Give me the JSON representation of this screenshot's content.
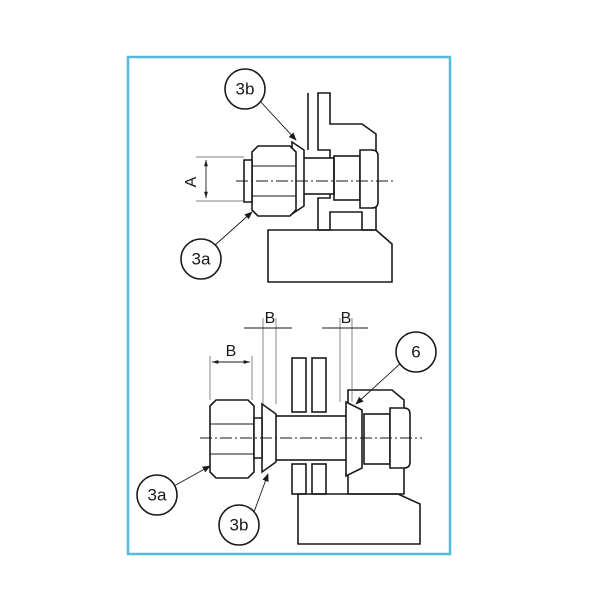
{
  "colors": {
    "frame": "#55b8dd",
    "ink": "#1a1a1a",
    "background": "#ffffff"
  },
  "top_view": {
    "callout_nut": "3a",
    "callout_washer": "3b",
    "dimension": "A"
  },
  "bottom_view": {
    "callout_nut": "3a",
    "callout_washer": "3b",
    "callout_bolt_head": "6",
    "dimension_left": "B",
    "dimension_mid": "B",
    "dimension_right": "B"
  }
}
